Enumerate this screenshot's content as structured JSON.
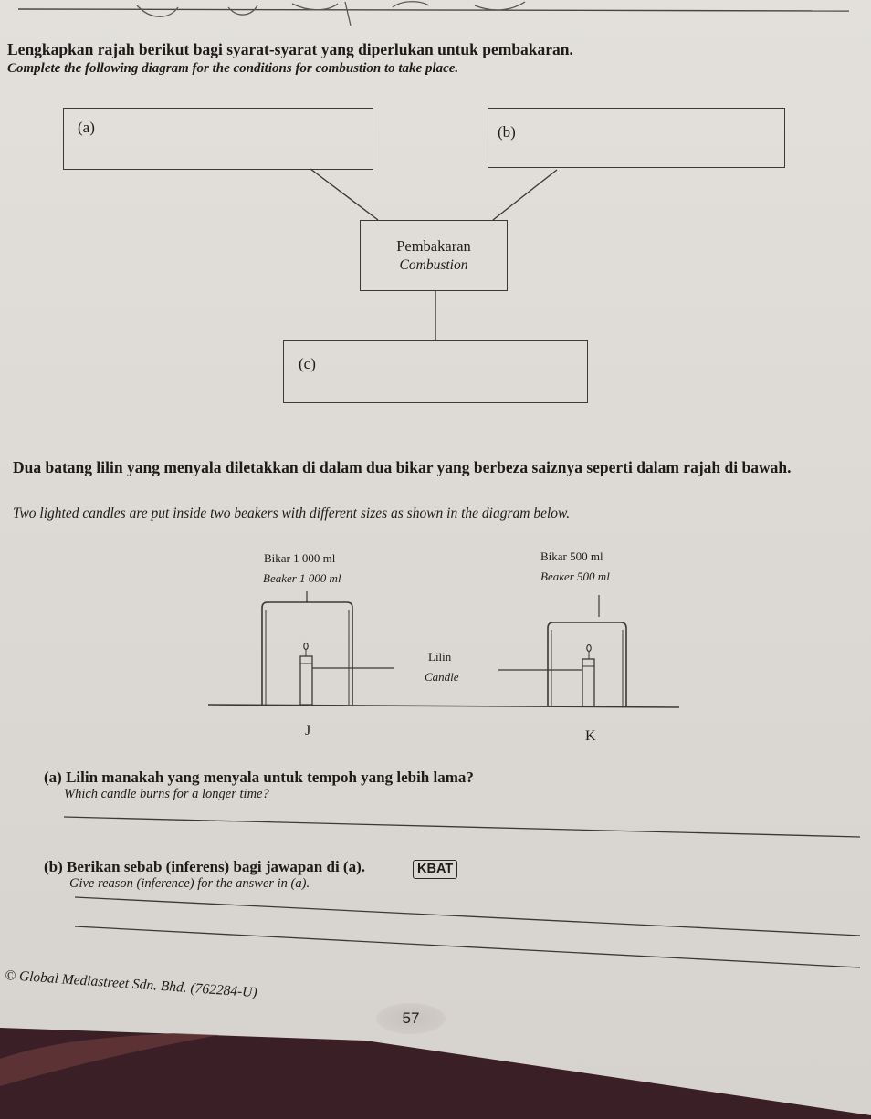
{
  "instruction": {
    "malay": "Lengkapkan rajah berikut bagi syarat-syarat yang diperlukan untuk pembakaran.",
    "english": "Complete the following diagram for the conditions for combustion to take place."
  },
  "concept_map": {
    "box_a_label": "(a)",
    "box_b_label": "(b)",
    "box_c_label": "(c)",
    "centre_malay": "Pembakaran",
    "centre_english": "Combustion"
  },
  "experiment": {
    "malay": "Dua batang lilin yang menyala diletakkan di dalam dua bikar yang berbeza saiznya seperti dalam rajah di bawah.",
    "english": "Two lighted candles are put inside two beakers with different sizes as shown in the diagram below.",
    "beaker_j_malay": "Bikar 1 000 ml",
    "beaker_j_english": "Beaker 1 000 ml",
    "beaker_k_malay": "Bikar 500 ml",
    "beaker_k_english": "Beaker 500 ml",
    "candle_malay": "Lilin",
    "candle_english": "Candle",
    "label_j": "J",
    "label_k": "K"
  },
  "questions": {
    "a_malay": "(a) Lilin manakah yang menyala untuk tempoh yang lebih lama?",
    "a_english": "Which candle burns for a longer time?",
    "b_malay": "(b) Berikan sebab (inferens) bagi jawapan di (a).",
    "b_english": "Give reason (inference) for the answer in (a).",
    "kbat_badge": "KBAT"
  },
  "footer": {
    "copyright": "© Global Mediastreet Sdn. Bhd. (762284-U)",
    "page_number": "57"
  },
  "colors": {
    "paper": "#ddd9d4",
    "ink": "#1d1b1a",
    "table_dark": "#3a1f26",
    "table_accent": "#6b3a3c"
  }
}
